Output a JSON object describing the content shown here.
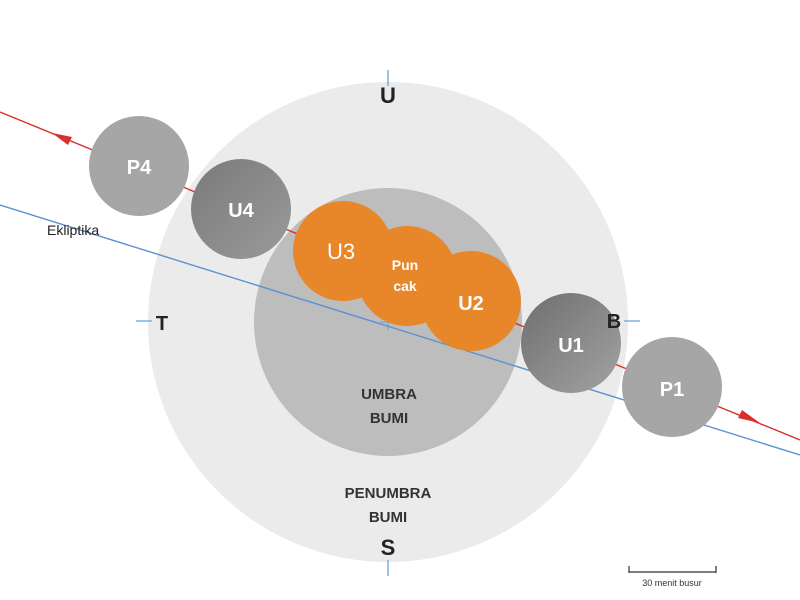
{
  "diagram": {
    "title": "",
    "directions": {
      "north": "U",
      "south": "S",
      "east": "T",
      "west": "B"
    },
    "regions": {
      "penumbra": [
        "PENUMBRA",
        "BUMI"
      ],
      "umbra": [
        "UMBRA",
        "BUMI"
      ]
    },
    "ecliptic_label": "Ekliptika",
    "contacts": {
      "p1": "P1",
      "u1": "U1",
      "u2": "U2",
      "peak": [
        "Pun",
        "cak"
      ],
      "u3": "U3",
      "u4": "U4",
      "p4": "P4"
    },
    "scale_label": "30 menit busur",
    "colors": {
      "penumbra": "#ebebeb",
      "umbra": "#bdbdbd",
      "moon_in_penumbra": "#a6a6a6",
      "moon_partial": "#8c8c8c",
      "moon_total": "#e8862a",
      "moon_path": "#d9302c",
      "ecliptic": "#5b8fd1",
      "axis": "#7aa7d8"
    }
  }
}
